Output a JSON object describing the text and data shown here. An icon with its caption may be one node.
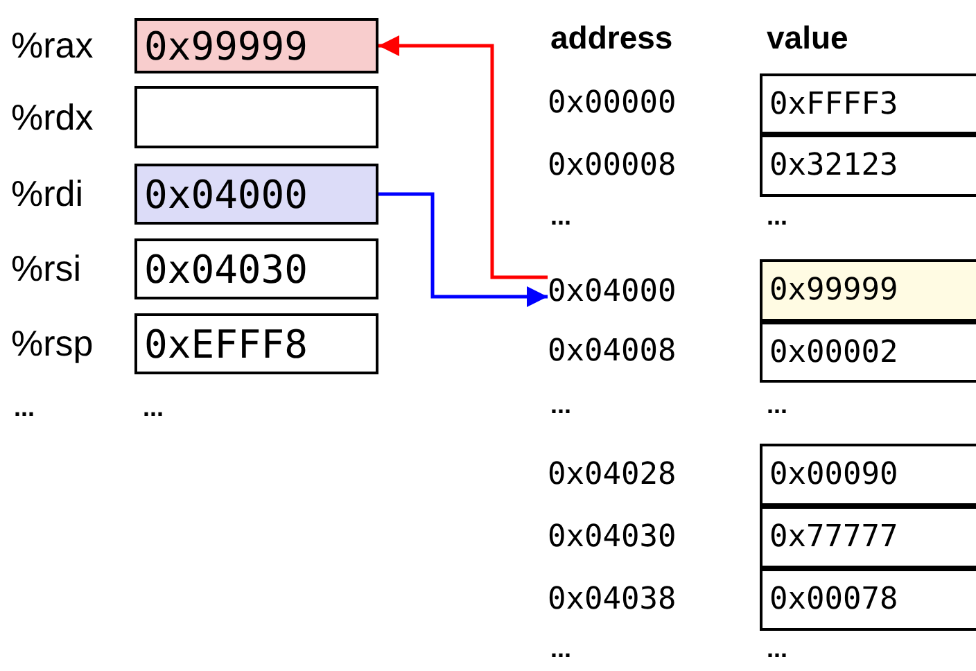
{
  "diagram": {
    "nodes": [
      {
        "text": [
          "0x99999"
        ],
        "beside": [
          "%rax"
        ]
      },
      {
        "text": [],
        "shape": "box",
        "beside": [
          "%rdx"
        ]
      },
      {
        "text": [
          "0x04000"
        ],
        "beside": [
          "%rdi"
        ]
      },
      {
        "text": [
          "0x04030"
        ],
        "beside": [
          "%rsi"
        ]
      },
      {
        "text": [
          "0xEFFF8"
        ],
        "beside": [
          "%rsp"
        ]
      },
      {
        "text": [
          "0xFFFF3"
        ]
      },
      {
        "text": [
          "0x32123"
        ]
      },
      {
        "text": [
          "0x04000"
        ]
      },
      {
        "text": [
          "0x99999"
        ]
      },
      {
        "text": [
          "0x00002"
        ]
      },
      {
        "text": [
          "0x00090"
        ]
      },
      {
        "text": [
          "0x77777"
        ]
      },
      {
        "text": [
          "0x00078"
        ]
      }
    ],
    "edges": [
      {
        "from": 7,
        "to": 0,
        "arrow": "to",
        "color": "#ff0000"
      },
      {
        "from": 2,
        "to": 7,
        "arrow": "to",
        "color": "#0000ff"
      }
    ],
    "labels": [
      "address",
      "value",
      "0x00000",
      "0x00008",
      "...",
      "...",
      "0x04008",
      "...",
      "...",
      "...",
      "...",
      "0x04028",
      "0x04030",
      "0x04038",
      "...",
      "..."
    ]
  }
}
